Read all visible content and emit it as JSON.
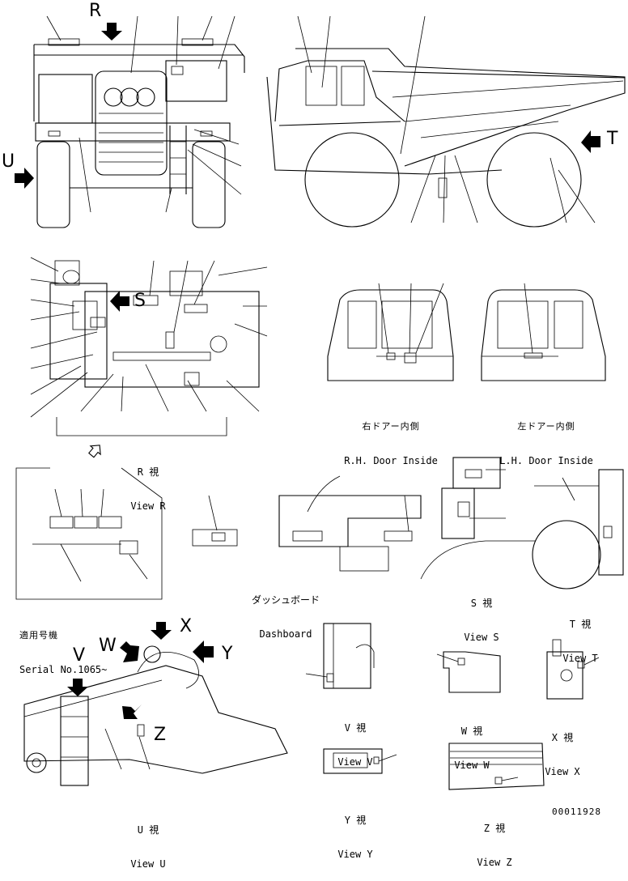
{
  "view_letters": {
    "r": "R",
    "t": "T",
    "u": "U",
    "v": "V",
    "w": "W",
    "x": "X",
    "y": "Y",
    "z": "Z",
    "s": "S"
  },
  "views": {
    "view_r": {
      "jp": "R 視",
      "en": "View R"
    },
    "view_s": {
      "jp": "S 視",
      "en": "View S"
    },
    "view_t": {
      "jp": "T 視",
      "en": "View T"
    },
    "view_u": {
      "jp": "U 視",
      "en": "View U"
    },
    "view_v": {
      "jp": "V 視",
      "en": "View V"
    },
    "view_w": {
      "jp": "W 視",
      "en": "View W"
    },
    "view_x": {
      "jp": "X 視",
      "en": "View X"
    },
    "view_y": {
      "jp": "Y 視",
      "en": "View Y"
    },
    "view_z": {
      "jp": "Z 視",
      "en": "View Z"
    }
  },
  "doors": {
    "rh": {
      "jp": "右ドアー内側",
      "en": "R.H. Door Inside"
    },
    "lh": {
      "jp": "左ドアー内側",
      "en": "L.H. Door Inside"
    }
  },
  "dashboard": {
    "jp": "ダッシュボード",
    "en": "Dashboard"
  },
  "serial": {
    "jp": "適用号機",
    "en": "Serial No.1065~"
  },
  "drawing_number": "00011928",
  "colors": {
    "line": "#000000",
    "background": "#ffffff"
  },
  "icons": {
    "view_arrow": "solid-arrow-icon",
    "detail_arrow": "hollow-arrow-icon"
  }
}
